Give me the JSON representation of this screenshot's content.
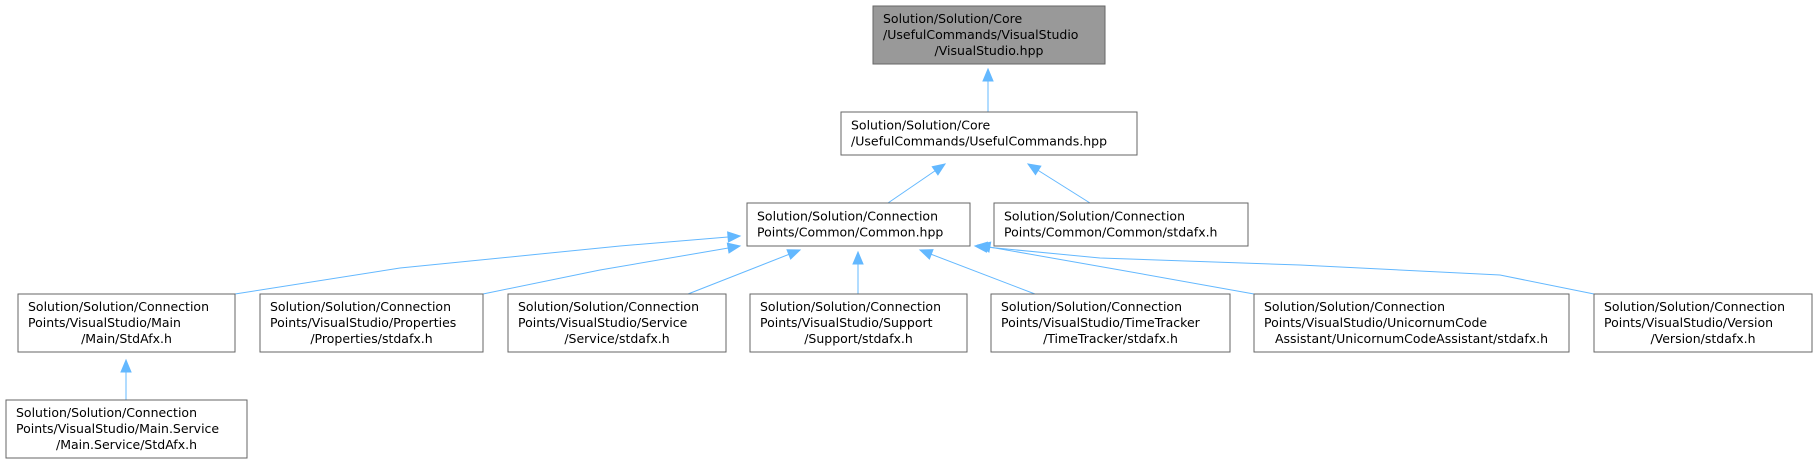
{
  "nodes": [
    {
      "id": "visualstudio_hpp",
      "lines": [
        "Solution/Solution/Core",
        "/UsefulCommands/VisualStudio",
        "/VisualStudio.hpp"
      ],
      "highlighted": true
    },
    {
      "id": "usefulcommands_hpp",
      "lines": [
        "Solution/Solution/Core",
        "/UsefulCommands/UsefulCommands.hpp"
      ],
      "highlighted": false
    },
    {
      "id": "common_hpp",
      "lines": [
        "Solution/Solution/Connection",
        "Points/Common/Common.hpp"
      ],
      "highlighted": false
    },
    {
      "id": "common_stdafx_h",
      "lines": [
        "Solution/Solution/Connection",
        "Points/Common/Common/stdafx.h"
      ],
      "highlighted": false
    },
    {
      "id": "main_stdafx_h",
      "lines": [
        "Solution/Solution/Connection",
        "Points/VisualStudio/Main",
        "/Main/StdAfx.h"
      ],
      "highlighted": false
    },
    {
      "id": "properties_stdafx_h",
      "lines": [
        "Solution/Solution/Connection",
        "Points/VisualStudio/Properties",
        "/Properties/stdafx.h"
      ],
      "highlighted": false
    },
    {
      "id": "service_stdafx_h",
      "lines": [
        "Solution/Solution/Connection",
        "Points/VisualStudio/Service",
        "/Service/stdafx.h"
      ],
      "highlighted": false
    },
    {
      "id": "support_stdafx_h",
      "lines": [
        "Solution/Solution/Connection",
        "Points/VisualStudio/Support",
        "/Support/stdafx.h"
      ],
      "highlighted": false
    },
    {
      "id": "timetracker_stdafx_h",
      "lines": [
        "Solution/Solution/Connection",
        "Points/VisualStudio/TimeTracker",
        "/TimeTracker/stdafx.h"
      ],
      "highlighted": false
    },
    {
      "id": "unicornum_stdafx_h",
      "lines": [
        "Solution/Solution/Connection",
        "Points/VisualStudio/UnicornumCode",
        "Assistant/UnicornumCodeAssistant/stdafx.h"
      ],
      "highlighted": false
    },
    {
      "id": "version_stdafx_h",
      "lines": [
        "Solution/Solution/Connection",
        "Points/VisualStudio/Version",
        "/Version/stdafx.h"
      ],
      "highlighted": false
    },
    {
      "id": "main_service_stdafx_h",
      "lines": [
        "Solution/Solution/Connection",
        "Points/VisualStudio/Main.Service",
        "/Main.Service/StdAfx.h"
      ],
      "highlighted": false
    }
  ],
  "edges": [
    {
      "from": "usefulcommands_hpp",
      "to": "visualstudio_hpp"
    },
    {
      "from": "common_hpp",
      "to": "usefulcommands_hpp"
    },
    {
      "from": "common_stdafx_h",
      "to": "usefulcommands_hpp"
    },
    {
      "from": "main_stdafx_h",
      "to": "common_hpp"
    },
    {
      "from": "properties_stdafx_h",
      "to": "common_hpp"
    },
    {
      "from": "service_stdafx_h",
      "to": "common_hpp"
    },
    {
      "from": "support_stdafx_h",
      "to": "common_hpp"
    },
    {
      "from": "timetracker_stdafx_h",
      "to": "common_hpp"
    },
    {
      "from": "unicornum_stdafx_h",
      "to": "common_hpp"
    },
    {
      "from": "version_stdafx_h",
      "to": "common_hpp"
    },
    {
      "from": "main_service_stdafx_h",
      "to": "main_stdafx_h"
    }
  ],
  "colors": {
    "edge": "#63b8ff",
    "node_border": "#666666",
    "node_fill": "#ffffff",
    "highlight_fill": "#999999",
    "text": "#000000"
  }
}
